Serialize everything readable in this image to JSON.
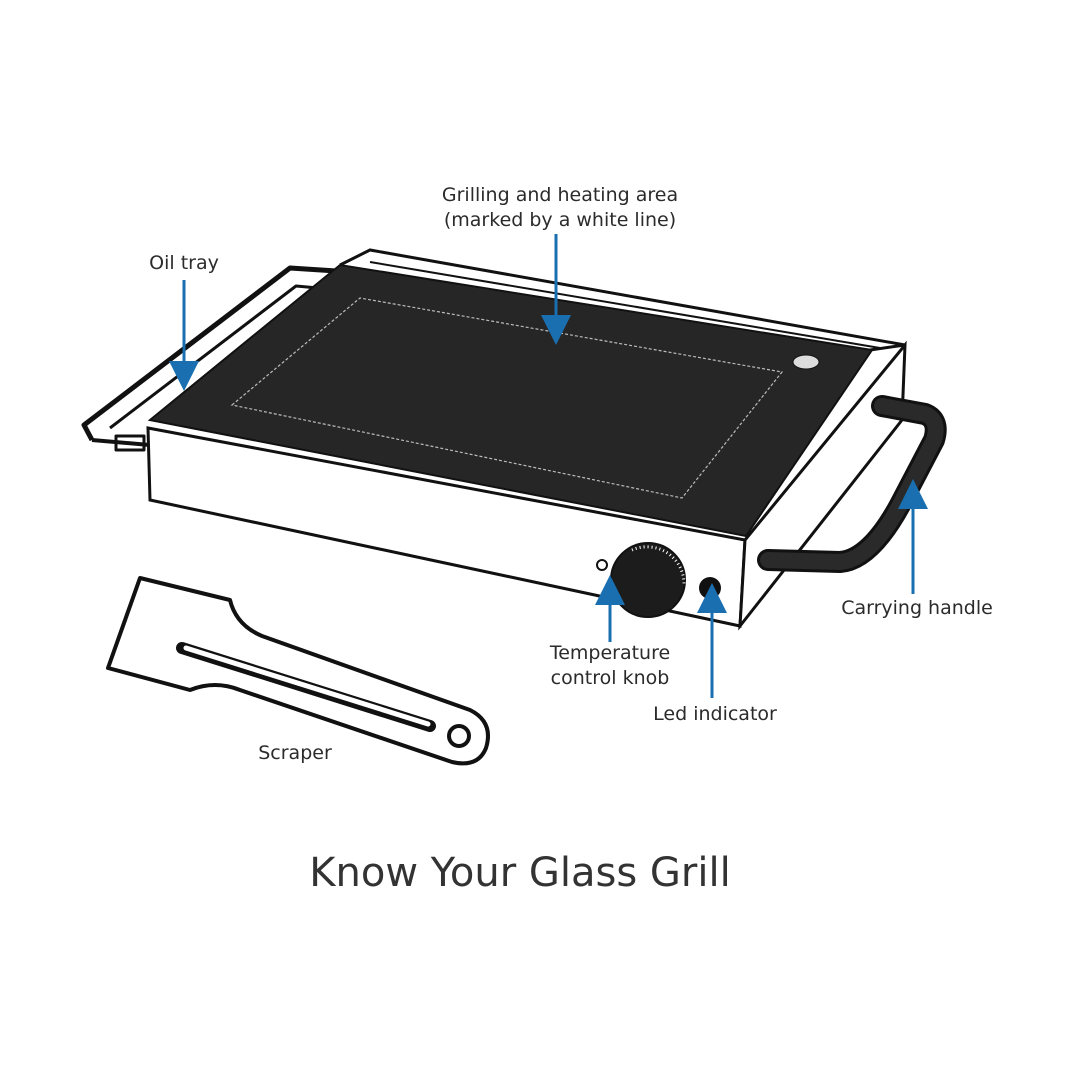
{
  "title": "Know Your Glass Grill",
  "labels": {
    "grilling_area_line1": "Grilling and heating area",
    "grilling_area_line2": "(marked by a white line)",
    "oil_tray": "Oil tray",
    "carrying_handle": "Carrying handle",
    "temperature_knob_line1": "Temperature",
    "temperature_knob_line2": "control knob",
    "led_indicator": "Led indicator",
    "scraper": "Scraper"
  },
  "colors": {
    "arrow": "#1a6fb0",
    "glass": "#262626",
    "line": "#111111"
  }
}
